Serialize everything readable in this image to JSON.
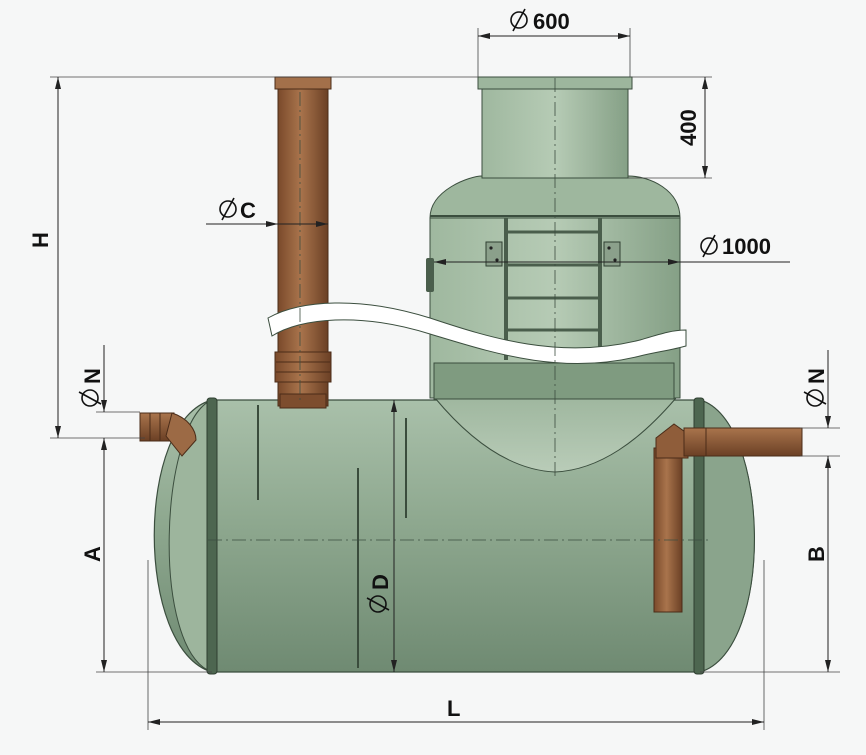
{
  "labels": {
    "d600": "600",
    "h400": "400",
    "d1000": "1000",
    "c": "C",
    "h": "H",
    "n_left": "N",
    "n_right": "N",
    "a": "A",
    "b": "B",
    "d": "D",
    "l": "L"
  },
  "colors": {
    "tank_body": "#8aa48c",
    "tank_light": "#b4c9b4",
    "tank_dark": "#5f7a63",
    "rim": "#3b4e3e",
    "pipe": "#9a6640",
    "pipe_dark": "#6b4025",
    "background": "#f6f7f7"
  }
}
